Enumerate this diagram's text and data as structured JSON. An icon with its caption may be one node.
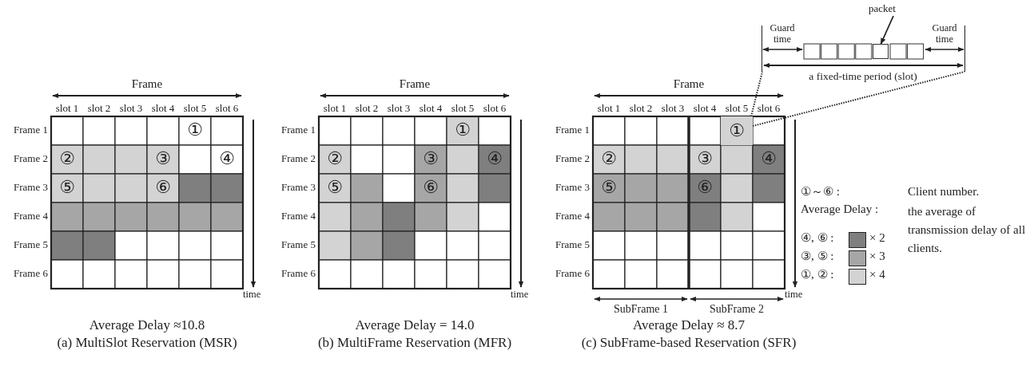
{
  "diagram": {
    "nodes": [
      {
        "text": [
          "①"
        ]
      },
      {
        "text": [
          "packet"
        ]
      },
      {
        "text": [],
        "shape": "bar"
      },
      {
        "text": [],
        "shape": "box",
        "in": 2
      }
    ],
    "edges": [
      {
        "from": 0,
        "to": 2,
        "arrow": "none",
        "style": "dashed"
      },
      {
        "from": 0,
        "to": 2,
        "arrow": "none",
        "style": "dashed"
      },
      {
        "from": 1,
        "to": 3,
        "arrow": "to"
      }
    ],
    "labels": [
      "Guard time",
      "Guard time",
      "a fixed-time period (slot)",
      "Frame",
      "slot 1",
      "slot 2",
      "slot 3",
      "slot 4",
      "slot 5",
      "slot 6",
      "Frame 1",
      "Frame 2",
      "Frame 3",
      "Frame 4",
      "Frame 5",
      "Frame 6",
      "①",
      "②",
      "③",
      "④",
      "⑤",
      "⑥",
      "time",
      "Frame",
      "slot 1",
      "slot 2",
      "slot 3",
      "slot 4",
      "slot 5",
      "slot 6",
      "Frame 1",
      "Frame 2",
      "Frame 3",
      "Frame 4",
      "Frame 5",
      "Frame 6",
      "①",
      "②",
      "③",
      "④",
      "⑤",
      "⑥",
      "time",
      "Frame",
      "slot 1",
      "slot 2",
      "slot 3",
      "slot 4",
      "slot 5",
      "slot 6",
      "Frame 1",
      "Frame 2",
      "Frame 3",
      "Frame 4",
      "Frame 5",
      "Frame 6",
      "②",
      "③",
      "④",
      "⑤",
      "⑥",
      "time",
      "SubFrame 1",
      "SubFrame 2",
      "①～⑥ :",
      "Client number.",
      "Average Delay :",
      "the average of transmission delay of all clients.",
      "× 2",
      "× 3",
      "× 4",
      "Average Delay ≈10.8",
      "(a) MultiSlot Reservation (MSR)",
      "Average Delay = 14.0",
      "(b) MultiFrame Reservation (MFR)",
      "Average Delay ≈ 8.7",
      "(c) SubFrame-based Reservation (SFR)"
    ],
    "legend": [
      {
        "text": "④, ⑥ :",
        "color": "#7f7f7f"
      },
      {
        "text": "③, ⑤ :",
        "color": "#a6a6a6"
      },
      {
        "text": "①, ② :",
        "color": "#d3d3d3"
      }
    ]
  }
}
